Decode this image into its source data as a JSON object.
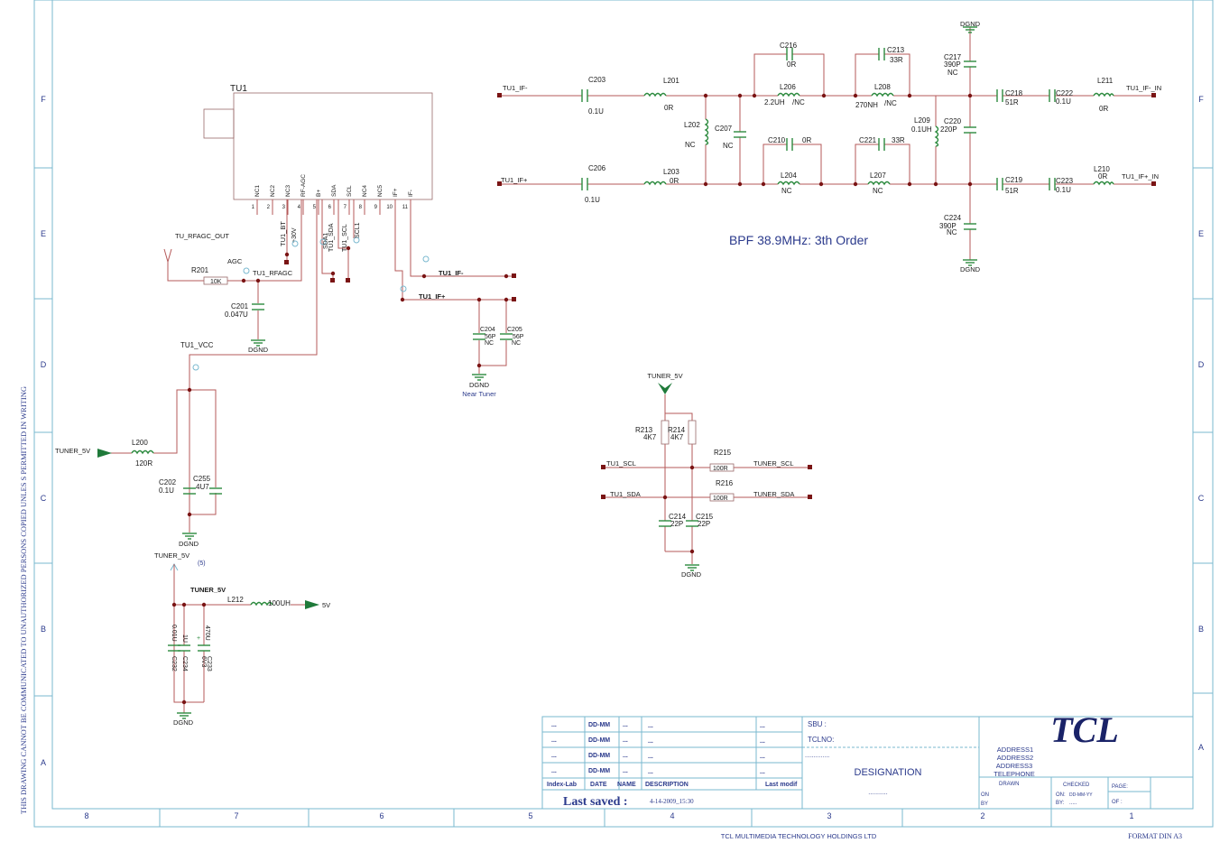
{
  "colors": {
    "wire": "#b55a5a",
    "frame": "#7ab8cf",
    "component": "#2c8a3e",
    "dot": "#7a1414",
    "text_blue": "#2b3a8c"
  },
  "frame": {
    "rows_left": [
      "F",
      "E",
      "D",
      "C",
      "B",
      "A"
    ],
    "rows_right": [
      "F",
      "E",
      "D",
      "C",
      "B",
      "A"
    ],
    "cols": [
      "8",
      "7",
      "6",
      "5",
      "4",
      "3",
      "2",
      "1"
    ],
    "side_note": "THIS DRAWING CANNOT BE COMMUNICATED TO UNAUTHORIZED PERSONS COPIED UNLES S PERMITTED IN WRITING",
    "company": "TCL MULTIMEDIA TECHNOLOGY HOLDINGS LTD",
    "format": "FORMAT DIN A3"
  },
  "tuner": {
    "ref": "TU1",
    "pins": [
      "NC1",
      "NC2",
      "NC3",
      "RF-AGC",
      "B+",
      "SDA",
      "SCL",
      "NC4",
      "NC5",
      "IF+",
      "IF-"
    ],
    "pin_numbers": [
      "1",
      "2",
      "3",
      "4",
      "5",
      "6",
      "7",
      "8",
      "9",
      "10",
      "11"
    ]
  },
  "labels": {
    "tu_rfagc_out": "TU_RFAGC_OUT",
    "agc": "AGC",
    "tu1_rfagc": "TU1_RFAGC",
    "tu1_bt": "TU1_BT",
    "plus30v": "+30V",
    "tu1_sda_a": "SDA1",
    "tu1_sda_b": "TU1_SDA",
    "tu1_scl_a": "TU1_SCL",
    "tu1_scl_b": "SCL1",
    "tu1_if_minus": "TU1_IF-",
    "tu1_if_plus": "TU1_IF+",
    "tu1_vcc": "TU1_VCC",
    "tuner_5v_in": "TUNER_5V",
    "dgnd": "DGND",
    "near_tuner": "Near Tuner",
    "tuner_5v_b": "TUNER_5V",
    "five_ref": "(5)",
    "tuner_5v_c": "TUNER_5V",
    "five_v": "5V",
    "bpf_title": "BPF 38.9MHz: 3th Order",
    "if_minus_in": "TU1_IF-",
    "if_plus_in": "TU1_IF+",
    "if_minus_out": "TU1_IF-_IN",
    "if_plus_out": "TU1_IF+_IN",
    "tuner_5v_i2c": "TUNER_5V",
    "tu1_scl_i2c": "TU1_SCL",
    "tu1_sda_i2c": "TU1_SDA",
    "tuner_scl": "TUNER_SCL",
    "tuner_sda": "TUNER_SDA"
  },
  "components": {
    "r201": {
      "ref": "R201",
      "val": "10K"
    },
    "c201": {
      "ref": "C201",
      "val": "0.047U"
    },
    "c204": {
      "ref": "C204",
      "val": "56P",
      "nc": "NC"
    },
    "c205": {
      "ref": "C205",
      "val": "56P",
      "nc": "NC"
    },
    "l200": {
      "ref": "L200",
      "val": "120R"
    },
    "c202": {
      "ref": "C202",
      "val": "0.1U"
    },
    "c255": {
      "ref": "C255",
      "val": "4U7"
    },
    "l212": {
      "ref": "L212",
      "val": "100UH"
    },
    "c232": {
      "ref": "C232",
      "val": "0.01U"
    },
    "c234": {
      "ref": "C234",
      "val": "1U"
    },
    "c233": {
      "ref": "C233",
      "val": "470U",
      "v": "6V3"
    },
    "c203": {
      "ref": "C203",
      "val": "0.1U"
    },
    "l201": {
      "ref": "L201",
      "val": "0R"
    },
    "c206": {
      "ref": "C206",
      "val": "0.1U"
    },
    "l203": {
      "ref": "L203",
      "val": "0R"
    },
    "l202": {
      "ref": "L202",
      "val": "NC"
    },
    "c207": {
      "ref": "C207",
      "val": "NC"
    },
    "c216": {
      "ref": "C216",
      "val": "0R"
    },
    "l206": {
      "ref": "L206",
      "val": "2.2UH",
      "nc": "/NC"
    },
    "c210": {
      "ref": "C210",
      "val": "0R"
    },
    "l204": {
      "ref": "L204",
      "val": "NC"
    },
    "c213": {
      "ref": "C213",
      "val": "33R"
    },
    "l208": {
      "ref": "L208",
      "val": "270NH",
      "nc": "/NC"
    },
    "c221": {
      "ref": "C221",
      "val": "33R"
    },
    "l207": {
      "ref": "L207",
      "val": "NC"
    },
    "l209": {
      "ref": "L209",
      "val": "0.1UH"
    },
    "c220": {
      "ref": "C220",
      "val": "220P"
    },
    "c217": {
      "ref": "C217",
      "val": "390P",
      "nc": "NC"
    },
    "c224": {
      "ref": "C224",
      "val": "390P",
      "nc": "NC"
    },
    "c218": {
      "ref": "C218",
      "val": "51R"
    },
    "c222": {
      "ref": "C222",
      "val": "0.1U"
    },
    "l211": {
      "ref": "L211",
      "val": "0R"
    },
    "c219": {
      "ref": "C219",
      "val": "51R"
    },
    "c223": {
      "ref": "C223",
      "val": "0.1U"
    },
    "l210": {
      "ref": "L210",
      "val": "0R"
    },
    "r213": {
      "ref": "R213",
      "val": "4K7"
    },
    "r214": {
      "ref": "R214",
      "val": "4K7"
    },
    "r215": {
      "ref": "R215",
      "val": "100R"
    },
    "r216": {
      "ref": "R216",
      "val": "100R"
    },
    "c214": {
      "ref": "C214",
      "val": "22P"
    },
    "c215": {
      "ref": "C215",
      "val": "22P"
    }
  },
  "title_block": {
    "rows": [
      {
        "a": "...",
        "b": "DD-MM",
        "c": "...",
        "d": "...",
        "e": "..."
      },
      {
        "a": "...",
        "b": "DD-MM",
        "c": "...",
        "d": "...",
        "e": "..."
      },
      {
        "a": "...",
        "b": "DD-MM",
        "c": "...",
        "d": "...",
        "e": "..."
      },
      {
        "a": "...",
        "b": "DD-MM",
        "c": "...",
        "d": "...",
        "e": "..."
      }
    ],
    "hdr_index": "Index-Lab",
    "hdr_date": "DATE",
    "hdr_name": "NAME",
    "hdr_desc": "DESCRIPTION",
    "hdr_modif": "Last modif",
    "last_saved_label": "Last saved :",
    "last_saved_value": "4-14-2009_15:30",
    "sbu": "SBU :",
    "tclno": "TCLNO:",
    "tclno_dots": "..............",
    "designation": "DESIGNATION",
    "designation_dots": "...........",
    "logo": "TCL",
    "address1": "ADDRESS1",
    "address2": "ADDRESS2",
    "address3": "ADDRESS3",
    "telephone": "TELEPHONE",
    "drawn": "DRAWN",
    "checked": "CHECKED",
    "on": "ON",
    "by": "BY",
    "on2": "ON:",
    "date2": "DD-MM-YY",
    "by2": "BY:",
    "by2_dots": ".....",
    "page": "PAGE:",
    "of": "OF :"
  }
}
